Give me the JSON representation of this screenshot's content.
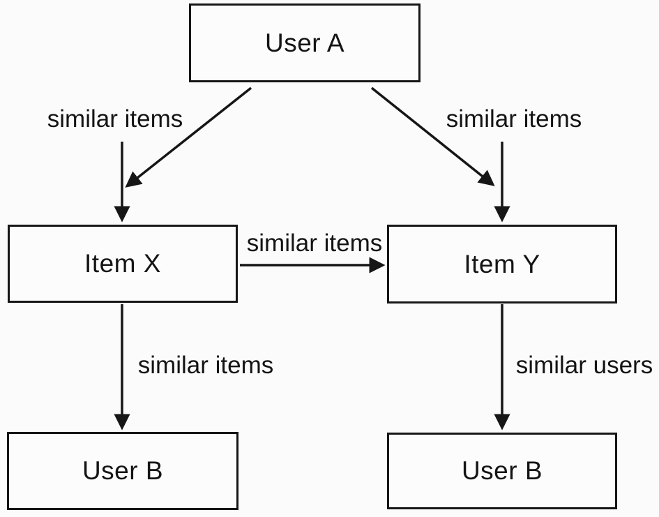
{
  "colors": {
    "background": "#fbfbfb",
    "node_fill": "#fcfcfc",
    "line": "#161616",
    "text": "#141414"
  },
  "diagram": {
    "type": "flowchart",
    "nodes": [
      {
        "id": "user-a",
        "label": "User A"
      },
      {
        "id": "item-x",
        "label": "Item X"
      },
      {
        "id": "item-y",
        "label": "Item Y"
      },
      {
        "id": "user-b-left",
        "label": "User B"
      },
      {
        "id": "user-b-right",
        "label": "User B"
      }
    ],
    "edges": [
      {
        "from": "User A",
        "to": "Item X",
        "label": "similar items"
      },
      {
        "from": "User A",
        "to": "Item Y",
        "label": "similar items"
      },
      {
        "from": "Item X",
        "to": "Item Y",
        "label": "similar items"
      },
      {
        "from": "Item X",
        "to": "User B (left)",
        "label": "similar items"
      },
      {
        "from": "Item Y",
        "to": "User B (right)",
        "label": "similar users"
      }
    ]
  }
}
